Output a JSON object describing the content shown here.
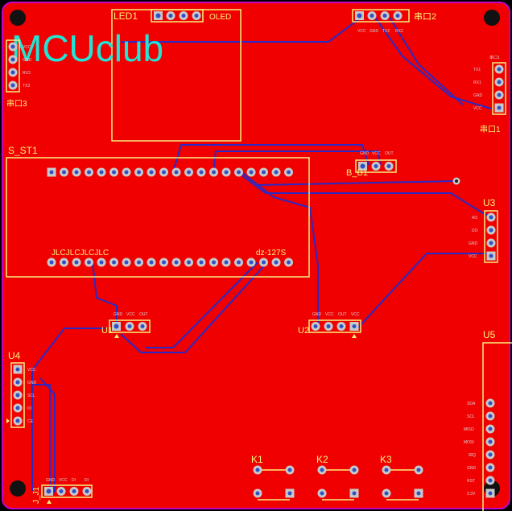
{
  "logo": {
    "text": "MCUclub"
  },
  "colors": {
    "board": "#f00000",
    "silkscreen": "#f7f17a",
    "trace": "#2929c8",
    "pad": "#c8c8c8",
    "logo": "#22e4d4",
    "outline": "#c800c8"
  },
  "components": {
    "led1": {
      "ref": "LED1",
      "label": "OLED",
      "pins": []
    },
    "chuan2": {
      "ref": "串口2",
      "pins": [
        "VCC",
        "GND",
        "TX2",
        "RX2"
      ]
    },
    "chuan3": {
      "ref": "串口3",
      "pins": [
        "VCC",
        "GND",
        "RX3",
        "TX3"
      ]
    },
    "chuan1": {
      "ref": "串口1",
      "top": "串口1",
      "pins": [
        "TX1",
        "RX1",
        "GND",
        "VCC"
      ]
    },
    "bb1": {
      "ref": "B_B1",
      "pins": [
        "GND",
        "VCC",
        "OUT"
      ]
    },
    "s_st1": {
      "ref": "S_ST1",
      "silk_left": "JLCJLCJLCJLC",
      "silk_right": "dz-127S"
    },
    "u3": {
      "ref": "U3",
      "pins": [
        "AO",
        "DO",
        "GND",
        "VCC"
      ]
    },
    "u1": {
      "ref": "U1",
      "pins": [
        "GND",
        "VCC",
        "OUT"
      ]
    },
    "u2": {
      "ref": "U2",
      "pins": [
        "GND",
        "VCC",
        "OUT",
        "VCC"
      ]
    },
    "u4": {
      "ref": "U4",
      "pins": [
        "VCC",
        "GND",
        "SCL",
        "IO",
        "CE"
      ]
    },
    "u5": {
      "ref": "U5",
      "pins": [
        "SDA",
        "SCL",
        "MISO",
        "MOSI",
        "IRQ",
        "GND",
        "RST",
        "3.3V"
      ]
    },
    "j_j1": {
      "ref": "J_J1",
      "pins": [
        "GND",
        "VCC",
        "DI",
        "DI"
      ]
    },
    "k1": {
      "ref": "K1"
    },
    "k2": {
      "ref": "K2"
    },
    "k3": {
      "ref": "K3"
    }
  }
}
